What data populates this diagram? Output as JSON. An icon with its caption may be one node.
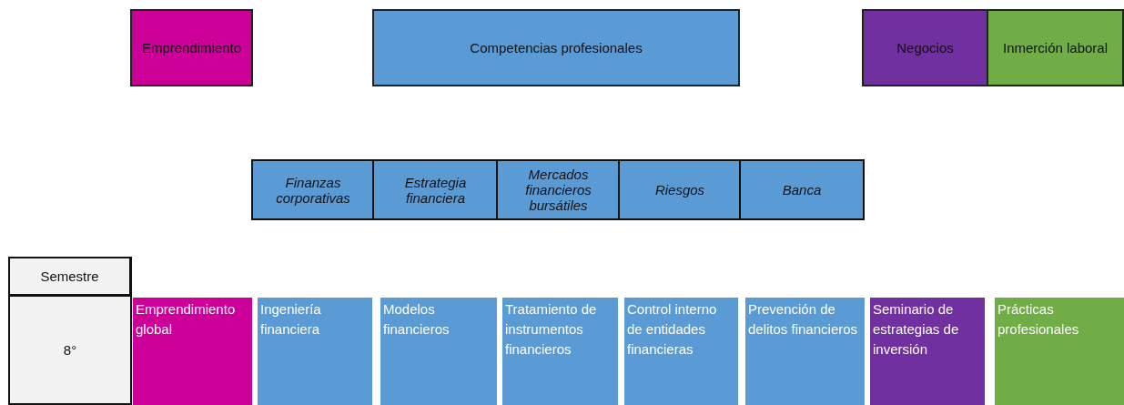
{
  "diagram": {
    "nodes": [
      {
        "text": [
          "Emprendimiento"
        ]
      },
      {
        "text": [
          "Competencias profesionales"
        ]
      },
      {
        "text": [
          "Negocios"
        ]
      },
      {
        "text": [
          "Inmerción laboral"
        ]
      },
      {
        "text": [
          "Finanzas corporativas"
        ]
      },
      {
        "text": [
          "Estrategia financiera"
        ]
      },
      {
        "text": [
          "Mercados financieros bursátiles"
        ]
      },
      {
        "text": [
          "Riesgos"
        ]
      },
      {
        "text": [
          "Banca"
        ]
      },
      {
        "text": [
          "Semestre"
        ]
      },
      {
        "text": [
          "8°"
        ]
      },
      {
        "text": [
          "Emprendimiento global"
        ]
      },
      {
        "text": [
          "Ingeniería financiera"
        ]
      },
      {
        "text": [
          "Modelos financieros"
        ]
      },
      {
        "text": [
          "Tratamiento de instrumentos financieros"
        ]
      },
      {
        "text": [
          "Control interno de entidades financieras"
        ]
      },
      {
        "text": [
          "Prevención de delitos financieros"
        ]
      },
      {
        "text": [
          "Seminario de estrategias de inversión"
        ]
      },
      {
        "text": [
          "Prácticas profesionales"
        ]
      }
    ]
  }
}
